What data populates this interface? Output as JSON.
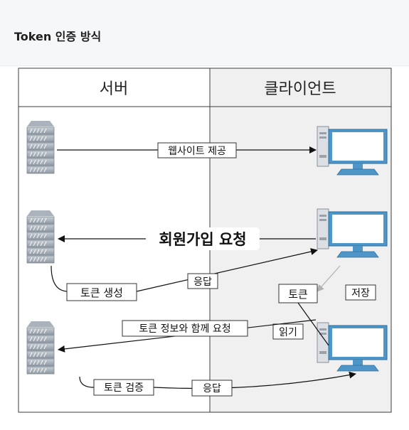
{
  "header": {
    "title": "Token 인증 방식"
  },
  "columns": {
    "server": "서버",
    "client": "클라이언트"
  },
  "labels": {
    "website": "웹사이트 제공",
    "signup": "회원가입 요청",
    "response1": "응답",
    "token_create": "토큰 생성",
    "token": "토큰",
    "store": "저장",
    "request_with_token": "토큰 정보와 함께 요청",
    "read": "읽기",
    "token_verify": "토큰 검증",
    "response2": "응답"
  },
  "icons": [
    "server-icon",
    "computer-icon"
  ],
  "colors": {
    "client_bg": "#f0f0f0",
    "computer_blue": "#4e96c8",
    "server_gray": "#9aa3ad"
  }
}
